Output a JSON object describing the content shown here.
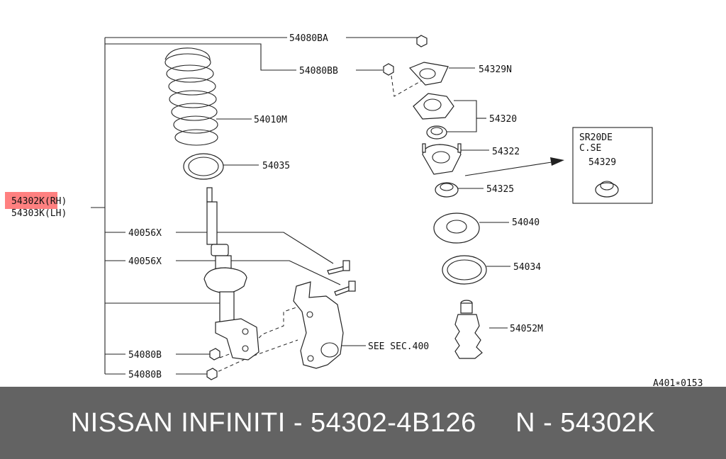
{
  "highlight_color": "#ff8080",
  "parts": {
    "nut_upper": "54080BA",
    "nut_mount": "54080BB",
    "insulator_top": "54329N",
    "coil_spring": "54010M",
    "mount_assy": "54320",
    "rubber_seat": "54035",
    "insulator_mount": "54322",
    "strut_rh": "54302K(RH)",
    "strut_lh": "54303K(LH)",
    "bearing": "54325",
    "bolt_1": "40056X",
    "spring_seat": "54040",
    "bolt_2": "40056X",
    "lower_seat": "54034",
    "bound_bumper": "54052M",
    "nut_lower_1": "54080B",
    "see_sec": "SEE SEC.400",
    "nut_lower_2": "54080B",
    "variant_line1": "SR20DE",
    "variant_line2": "C.SE",
    "variant_part": "54329",
    "diagram_code": "A401∗0153"
  },
  "footer": {
    "brand": "NISSAN INFINITI - 54302-4B126",
    "part": "N - 54302K"
  }
}
